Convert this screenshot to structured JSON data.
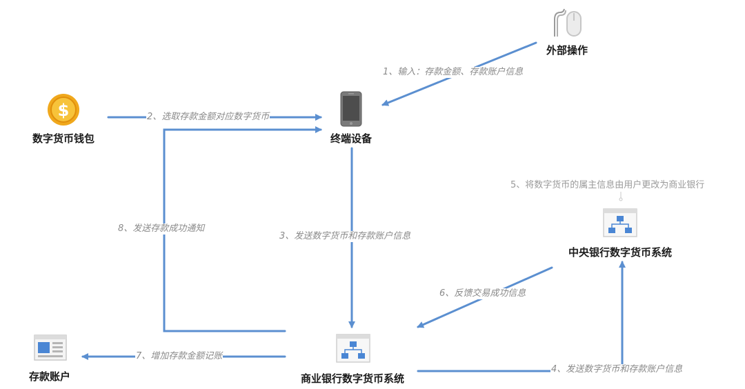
{
  "nodes": {
    "external": "外部操作",
    "wallet": "数字货币钱包",
    "terminal": "终端设备",
    "central": "中央银行数字货币系统",
    "commercial": "商业银行数字货币系统",
    "account": "存款账户"
  },
  "steps": {
    "s1": "1、输入：存款金额、存款账户信息",
    "s2": "2、选取存款金额对应数字货币",
    "s3": "3、发送数字货币和存款账户信息",
    "s4": "4、发送数字货币和存款账户信息",
    "s5": "5、将数字货币的属主信息由用户更改为商业银行",
    "s6": "6、反馈交易成功信息",
    "s7": "7、增加存款金额记账",
    "s8": "8、发送存款成功通知"
  },
  "icons": {
    "external": "mouse-icon",
    "wallet": "dollar-coin-icon",
    "terminal": "smartphone-icon",
    "central": "hierarchy-window-icon",
    "commercial": "hierarchy-window-icon",
    "account": "ledger-window-icon"
  },
  "colors": {
    "arrow": "#5b8fd0",
    "coin": "#f0a81c",
    "icon_blue": "#4a86d4"
  }
}
